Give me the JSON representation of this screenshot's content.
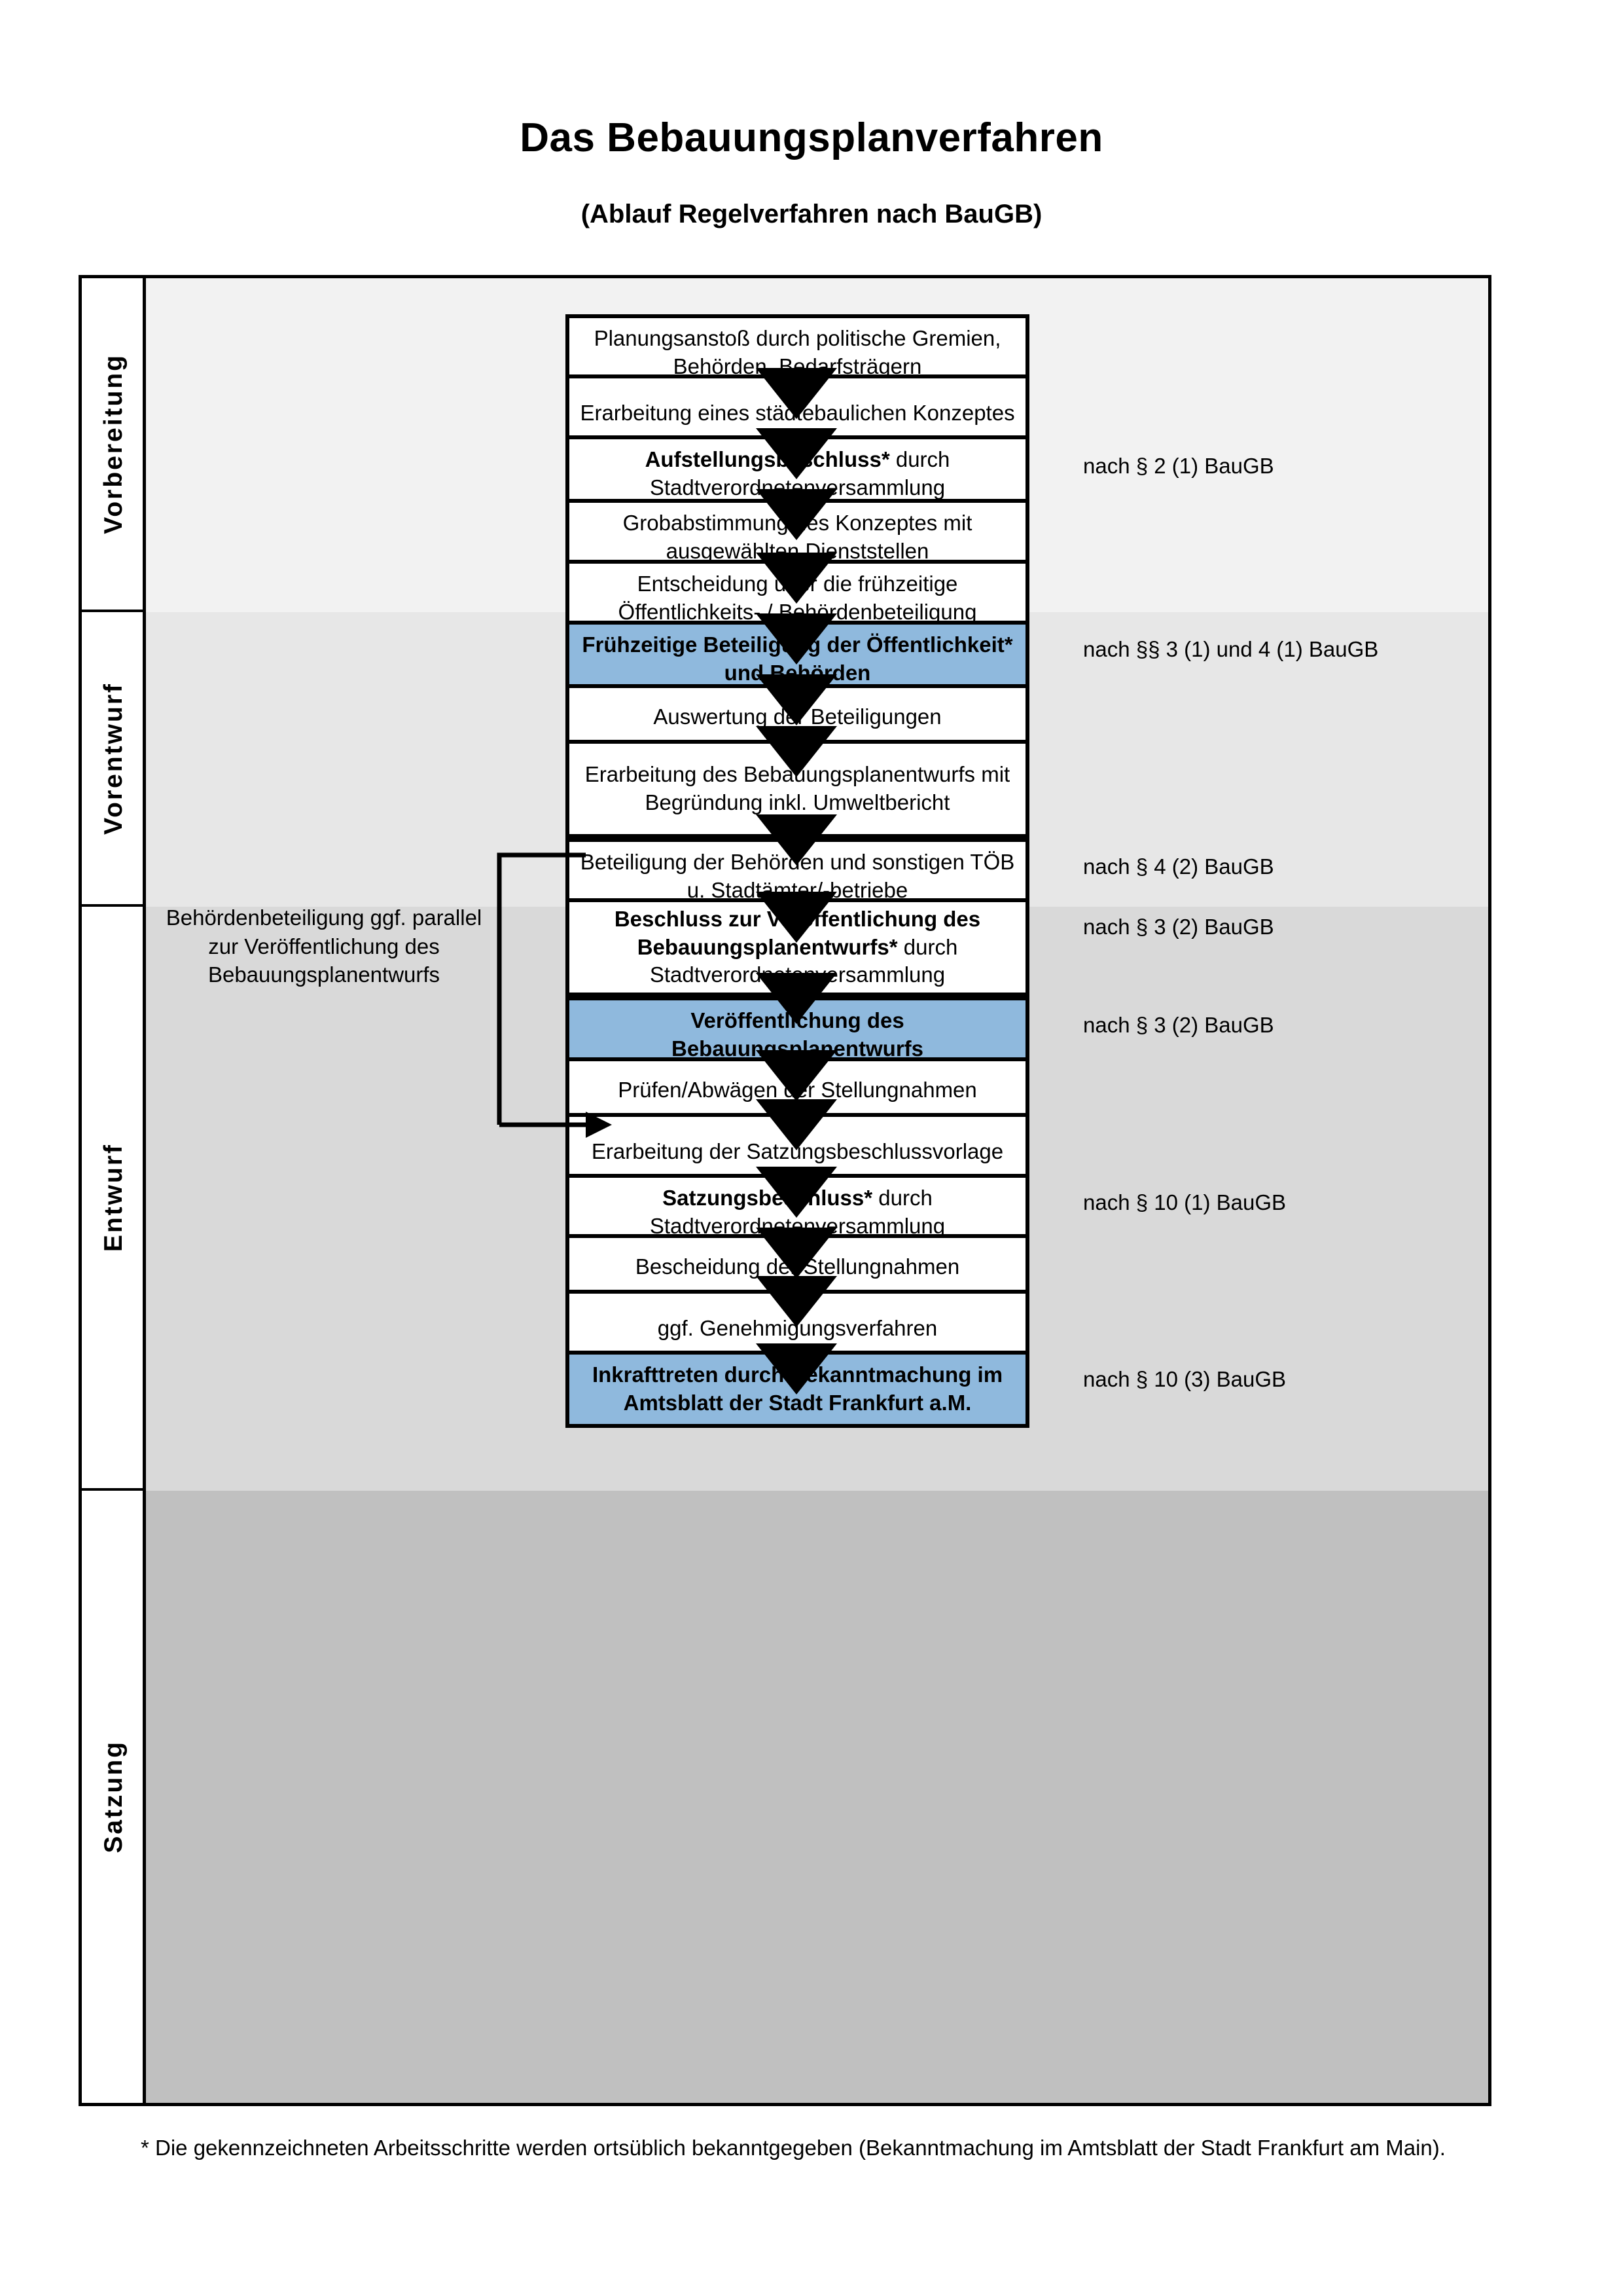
{
  "header": {
    "title": "Das Bebauungsplanverfahren",
    "subtitle": "(Ablauf Regelverfahren nach BauGB)"
  },
  "phases": [
    {
      "id": "vorbereitung",
      "label": "Vorbereitung",
      "shade": "#f2f2f2"
    },
    {
      "id": "vorentwurf",
      "label": "Vorentwurf",
      "shade": "#e7e7e7"
    },
    {
      "id": "entwurf",
      "label": "Entwurf",
      "shade": "#d9d9d9"
    },
    {
      "id": "satzung",
      "label": "Satzung",
      "shade": "#c0c0c0"
    }
  ],
  "steps": [
    {
      "n": 1,
      "phase": "vorbereitung",
      "highlight": false,
      "text": "Planungsanstoß durch politische Gremien, Behörden, Bedarfsträgern",
      "bold_prefix": "",
      "rest": "Planungsanstoß durch politische Gremien, Behörden, Bedarfsträgern"
    },
    {
      "n": 2,
      "phase": "vorbereitung",
      "highlight": false,
      "text": "Erarbeitung eines städtebaulichen Konzeptes",
      "bold_prefix": "",
      "rest": "Erarbeitung eines städtebaulichen Konzeptes"
    },
    {
      "n": 3,
      "phase": "vorbereitung",
      "highlight": false,
      "text": "Aufstellungsbeschluss* durch Stadtverordnetenversammlung",
      "bold_prefix": "Aufstellungsbeschluss*",
      "rest": " durch Stadtverordnetenversammlung"
    },
    {
      "n": 4,
      "phase": "vorentwurf",
      "highlight": false,
      "text": "Grobabstimmung des Konzeptes mit ausgewählten Dienststellen",
      "bold_prefix": "",
      "rest": "Grobabstimmung des Konzeptes mit ausgewählten Dienststellen"
    },
    {
      "n": 5,
      "phase": "vorentwurf",
      "highlight": false,
      "text": "Entscheidung über die frühzeitige Öffentlichkeits- / Behördenbeteiligung",
      "bold_prefix": "",
      "rest": "Entscheidung über die frühzeitige Öffentlichkeits- / Behördenbeteiligung"
    },
    {
      "n": 6,
      "phase": "vorentwurf",
      "highlight": true,
      "text": "Frühzeitige Beteiligung der Öffentlichkeit* und Behörden",
      "bold_prefix": "Frühzeitige Beteiligung der Öffentlichkeit* und Behörden",
      "rest": ""
    },
    {
      "n": 7,
      "phase": "entwurf",
      "highlight": false,
      "text": "Auswertung der Beteiligungen",
      "bold_prefix": "",
      "rest": "Auswertung der Beteiligungen"
    },
    {
      "n": 8,
      "phase": "entwurf",
      "highlight": false,
      "text": "Erarbeitung des Bebauungsplanentwurfs mit Begründung inkl. Umweltbericht",
      "bold_prefix": "",
      "rest": "Erarbeitung des Bebauungsplanentwurfs mit Begründung inkl. Umweltbericht"
    },
    {
      "n": 9,
      "phase": "entwurf",
      "highlight": false,
      "text": "Beteiligung der Behörden und sonstigen TÖB u. Stadtämter/-betriebe",
      "bold_prefix": "",
      "rest": "Beteiligung der Behörden und sonstigen TÖB u. Stadtämter/-betriebe"
    },
    {
      "n": 10,
      "phase": "entwurf",
      "highlight": false,
      "text": "Beschluss zur Veröffentlichung des Bebauungsplanentwurfs* durch Stadtverordnetenversammlung",
      "bold_prefix": "Beschluss zur Veröffentlichung des Bebauungsplanentwurfs*",
      "rest": " durch Stadtverordnetenversammlung"
    },
    {
      "n": 11,
      "phase": "entwurf",
      "highlight": true,
      "text": "Veröffentlichung des Bebauungsplanentwurfs",
      "bold_prefix": "Veröffentlichung des Bebauungsplanentwurfs",
      "rest": ""
    },
    {
      "n": 12,
      "phase": "satzung",
      "highlight": false,
      "text": "Prüfen/Abwägen der Stellungnahmen",
      "bold_prefix": "",
      "rest": "Prüfen/Abwägen der Stellungnahmen"
    },
    {
      "n": 13,
      "phase": "satzung",
      "highlight": false,
      "text": "Erarbeitung der Satzungsbeschlussvorlage",
      "bold_prefix": "",
      "rest": "Erarbeitung der Satzungsbeschlussvorlage"
    },
    {
      "n": 14,
      "phase": "satzung",
      "highlight": false,
      "text": "Satzungsbeschluss* durch Stadtverordnetenversammlung",
      "bold_prefix": "Satzungsbeschluss*",
      "rest": " durch Stadtverordnetenversammlung"
    },
    {
      "n": 15,
      "phase": "satzung",
      "highlight": false,
      "text": "Bescheidung der Stellungnahmen",
      "bold_prefix": "",
      "rest": "Bescheidung der Stellungnahmen"
    },
    {
      "n": 16,
      "phase": "satzung",
      "highlight": false,
      "text": "ggf. Genehmigungsverfahren",
      "bold_prefix": "",
      "rest": "ggf. Genehmigungsverfahren"
    },
    {
      "n": 17,
      "phase": "satzung",
      "highlight": true,
      "text": "Inkrafttreten durch Bekanntmachung im Amtsblatt der Stadt Frankfurt a.M.",
      "bold_prefix": "Inkrafttreten",
      "rest": " durch Bekanntmachung im Amtsblatt der Stadt Frankfurt a.M."
    }
  ],
  "legal_notes": [
    {
      "id": "note-1",
      "text": "nach § 2 (1) BauGB"
    },
    {
      "id": "note-2",
      "text": "nach §§ 3 (1) und 4 (1) BauGB"
    },
    {
      "id": "note-3",
      "text": "nach § 4 (2) BauGB"
    },
    {
      "id": "note-4",
      "text": "nach § 3 (2) BauGB"
    },
    {
      "id": "note-5",
      "text": "nach § 3 (2) BauGB"
    },
    {
      "id": "note-6",
      "text": "nach § 10 (1) BauGB"
    },
    {
      "id": "note-7",
      "text": "nach § 10 (3) BauGB"
    }
  ],
  "parallel_note": "Behördenbeteiligung ggf. parallel zur Veröffentlichung des Bebauungsplanentwurfs",
  "footnote": "* Die gekennzeichneten Arbeitsschritte werden ortsüblich bekanntgegeben (Bekanntmachung im Amtsblatt  der Stadt Frankfurt am Main).",
  "colors": {
    "highlight_blue": "#8fb9dd",
    "border_black": "#000000",
    "band_1": "#f2f2f2",
    "band_2": "#e7e7e7",
    "band_3": "#d9d9d9",
    "band_4": "#c0c0c0"
  }
}
